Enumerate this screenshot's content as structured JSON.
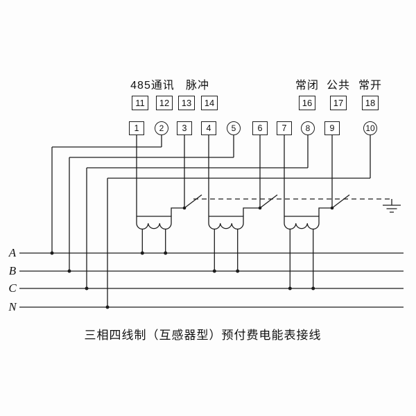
{
  "title": "三相四线制（互感器型）预付费电能表接线",
  "top_labels": {
    "comm485": "485通讯",
    "pulse": "脉冲",
    "normally_closed": "常闭",
    "common": "公共",
    "normally_open": "常开"
  },
  "terminals_top": [
    "11",
    "12",
    "13",
    "14",
    "16",
    "17",
    "18"
  ],
  "terminals_main": [
    "1",
    "2",
    "3",
    "4",
    "5",
    "6",
    "7",
    "8",
    "9",
    "10"
  ],
  "phases": [
    "A",
    "B",
    "C",
    "N"
  ],
  "colors": {
    "line": "#1c1c1c",
    "background": "#fdfdfd"
  }
}
